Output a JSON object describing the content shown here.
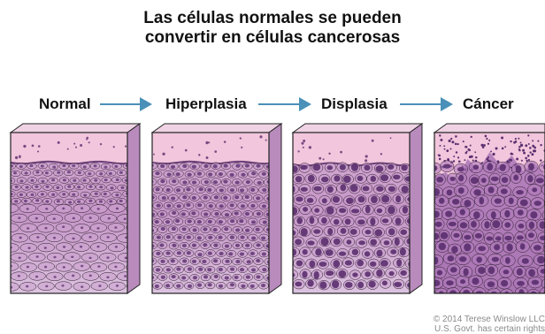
{
  "title": {
    "line1": "Las células normales se pueden",
    "line2": "convertir en células cancerosas"
  },
  "stages": [
    {
      "label": "Normal"
    },
    {
      "label": "Hiperplasia"
    },
    {
      "label": "Displasia"
    },
    {
      "label": "Cáncer"
    }
  ],
  "credit": {
    "line1": "© 2014 Terese Winslow LLC",
    "line2": "U.S. Govt. has certain rights"
  },
  "colors": {
    "arrow": "#4a90b8",
    "surface_pink": "#f2c6dc",
    "cell_fill": "#caa0cc",
    "nucleus": "#5a2f6e",
    "outline": "#2a1a2a"
  },
  "icons": [
    "right-arrow-icon",
    "right-arrow-icon",
    "right-arrow-icon"
  ]
}
